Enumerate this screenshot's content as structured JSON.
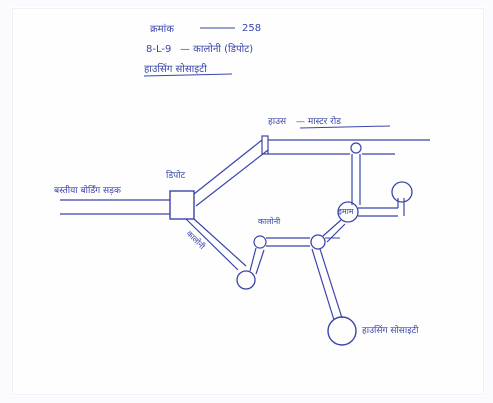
{
  "header": {
    "line1_label": "क्रमांक",
    "line1_number": "258",
    "line2_code": "8-L-9",
    "line2_text": "— कालोनी (डिपोट)",
    "line3_text": "हाउसिंग सोसाइटी"
  },
  "map_labels": {
    "top_branch": "हाउस",
    "top_road": "— मास्टर रोड",
    "left_road": "बस्तीया बोर्डिंग सड़क",
    "junction_top": "डिपोट",
    "left_diagonal": "कालोनी",
    "center_node": "कालोनी",
    "right_node": "इमाम",
    "small_node": "",
    "bottom_right": "हाउसिंग सोसाइटी"
  },
  "colors": {
    "ink": "#3a46a8",
    "paper": "#fefefe"
  }
}
